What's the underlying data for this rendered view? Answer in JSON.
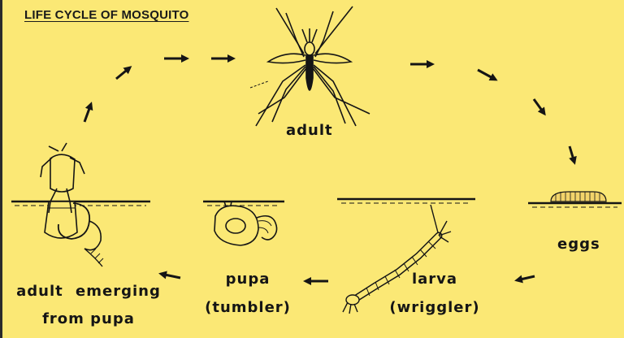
{
  "title": "LIFE CYCLE OF MOSQUITO",
  "stages": {
    "adult": "adult",
    "eggs": "eggs",
    "larva": "larva",
    "larva_alt": "(wriggler)",
    "pupa": "pupa",
    "pupa_alt": "(tumbler)",
    "emerging_line1": "adult emerging",
    "emerging_line2": "from pupa"
  },
  "colors": {
    "background": "#fbe875",
    "ink": "#151515"
  },
  "icons": [
    "mosquito-adult-icon",
    "eggs-raft-icon",
    "larva-icon",
    "pupa-icon",
    "emerging-adult-icon",
    "cycle-arrow-icon"
  ]
}
